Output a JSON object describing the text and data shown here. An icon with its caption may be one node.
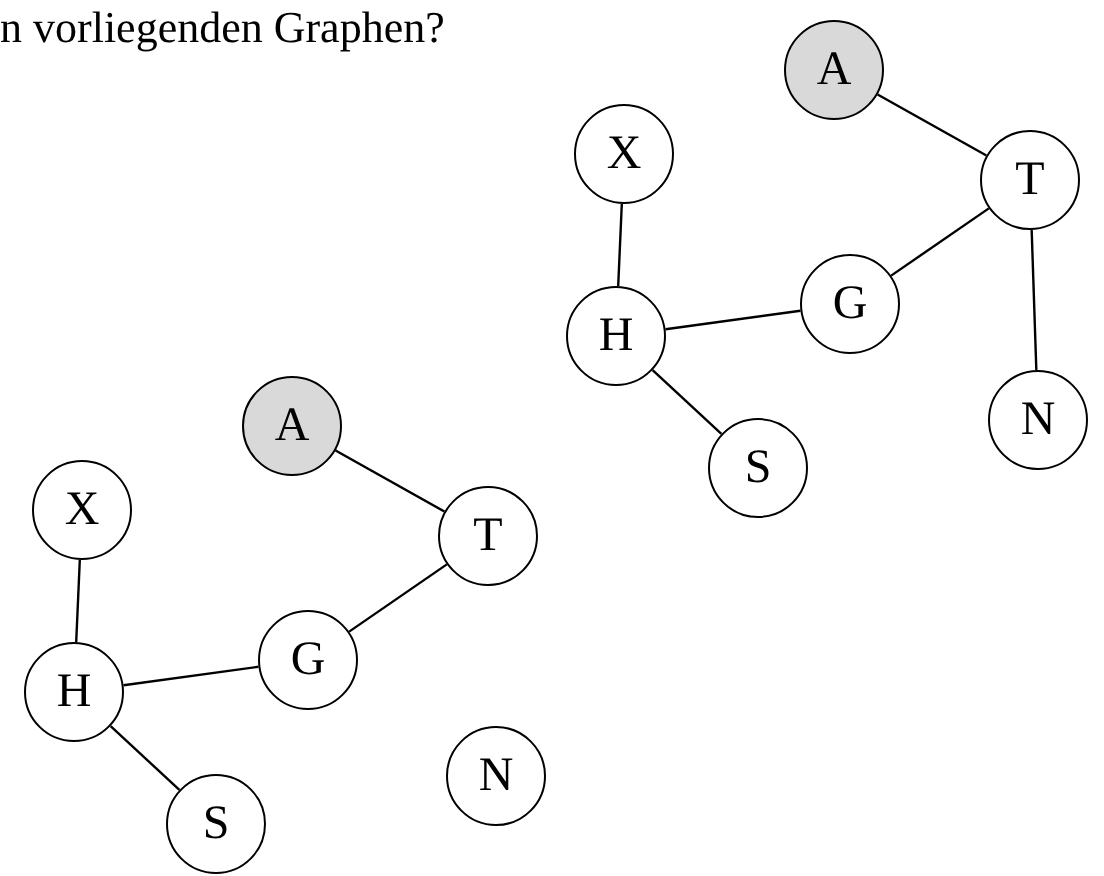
{
  "diagram": {
    "nodes": [
      {
        "text": [
          "A"
        ]
      },
      {
        "text": [
          "X"
        ]
      },
      {
        "text": [
          "T"
        ]
      },
      {
        "text": [
          "G"
        ]
      },
      {
        "text": [
          "H"
        ]
      },
      {
        "text": [
          "S"
        ]
      },
      {
        "text": [
          "N"
        ]
      },
      {
        "text": [
          "A"
        ]
      },
      {
        "text": [
          "X"
        ]
      },
      {
        "text": [
          "T"
        ]
      },
      {
        "text": [
          "G"
        ]
      },
      {
        "text": [
          "H"
        ]
      },
      {
        "text": [
          "S"
        ]
      },
      {
        "text": [
          "N"
        ]
      }
    ],
    "edges": [
      {
        "from": 0,
        "to": 2,
        "arrow": "none"
      },
      {
        "from": 2,
        "to": 3,
        "arrow": "none"
      },
      {
        "from": 3,
        "to": 4,
        "arrow": "none"
      },
      {
        "from": 1,
        "to": 4,
        "arrow": "none"
      },
      {
        "from": 4,
        "to": 5,
        "arrow": "none"
      },
      {
        "from": 2,
        "to": 6,
        "arrow": "none"
      },
      {
        "from": 7,
        "to": 9,
        "arrow": "none"
      },
      {
        "from": 9,
        "to": 10,
        "arrow": "none"
      },
      {
        "from": 10,
        "to": 11,
        "arrow": "none"
      },
      {
        "from": 8,
        "to": 11,
        "arrow": "none"
      },
      {
        "from": 11,
        "to": 12,
        "arrow": "none"
      }
    ],
    "labels": [
      "n vorliegenden Graphen?"
    ]
  }
}
